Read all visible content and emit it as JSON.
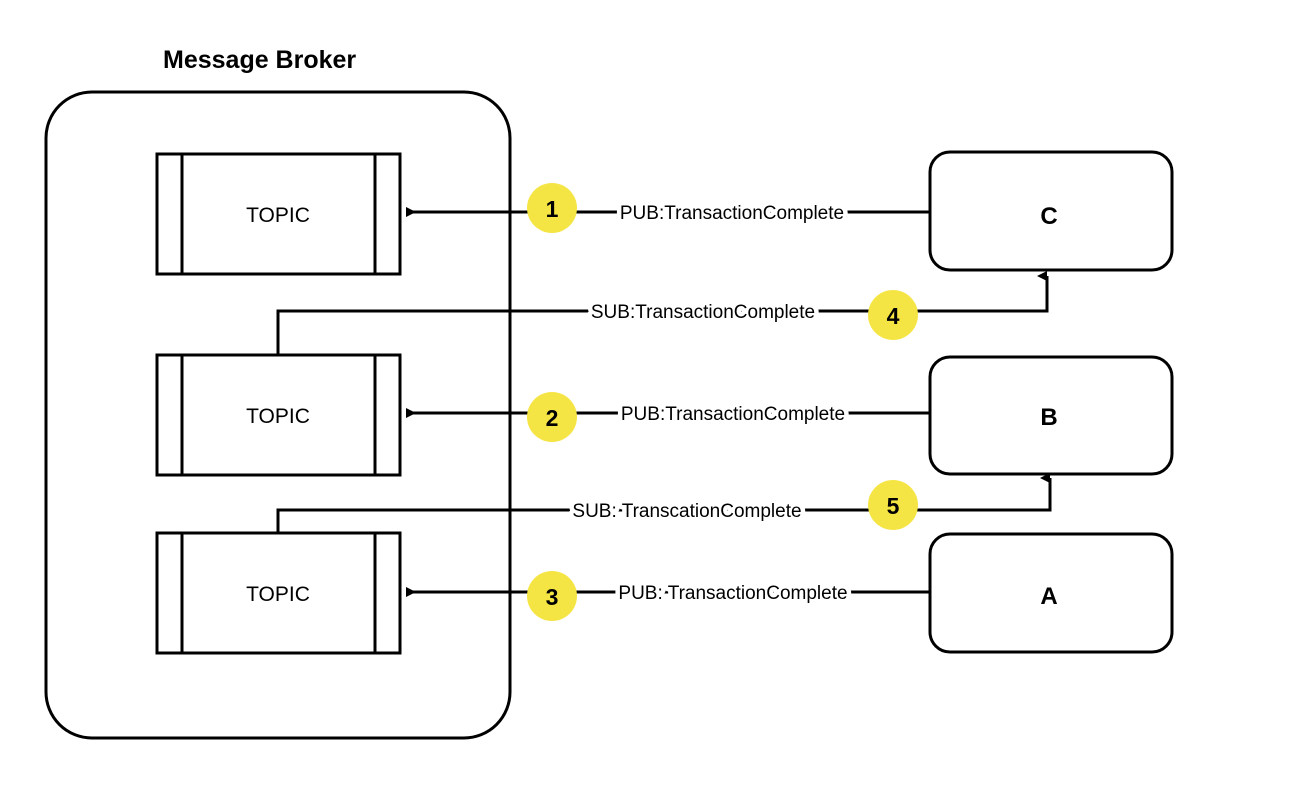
{
  "diagram": {
    "title": "Message Broker",
    "colors": {
      "step_badge": "#F5E544",
      "stroke": "#000000",
      "background": "#FFFFFF",
      "text": "#000000"
    },
    "broker": {
      "name": "Message Broker",
      "topics": [
        {
          "label": "TOPIC"
        },
        {
          "label": "TOPIC"
        },
        {
          "label": "TOPIC"
        }
      ]
    },
    "services": [
      {
        "label": "C"
      },
      {
        "label": "B"
      },
      {
        "label": "A"
      }
    ],
    "steps": [
      {
        "number": "1",
        "label": "PUB:TransactionComplete",
        "kind": "publish",
        "from": "C",
        "to": "TOPIC"
      },
      {
        "number": "2",
        "label": "PUB:TransactionComplete",
        "kind": "publish",
        "from": "B",
        "to": "TOPIC"
      },
      {
        "number": "3",
        "label": "PUB: TransactionComplete",
        "kind": "publish",
        "from": "A",
        "to": "TOPIC"
      },
      {
        "number": "4",
        "label": "SUB:TransactionComplete",
        "kind": "subscribe",
        "from": "TOPIC",
        "to": "C"
      },
      {
        "number": "5",
        "label": "SUB: TranscationComplete",
        "kind": "subscribe",
        "from": "TOPIC",
        "to": "B"
      }
    ]
  }
}
